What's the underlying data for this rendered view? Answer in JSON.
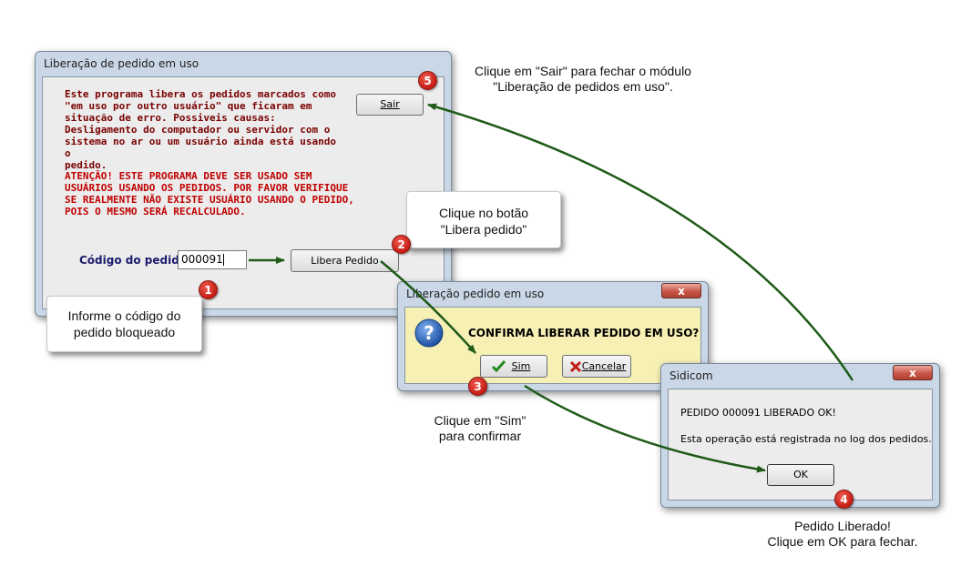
{
  "main_window": {
    "title": "Liberação de pedido em uso",
    "info_lines": [
      "Este programa libera os pedidos marcados como",
      "\"em uso por outro usuário\" que ficaram em",
      "situação de erro. Possiveis causas:",
      "Desligamento do computador ou servidor com o",
      "sistema no ar ou um usuário ainda está usando o",
      "pedido."
    ],
    "warning_lines": [
      "ATENÇÃO! ESTE PROGRAMA DEVE SER USADO SEM",
      "USUÁRIOS USANDO OS PEDIDOS. POR FAVOR VERIFIQUE",
      "SE REALMENTE NÃO EXISTE USUÁRIO USANDO O PEDIDO,",
      "POIS O MESMO SERÁ RECALCULADO."
    ],
    "sair_label": "Sair",
    "codigo_label": "Código do pedido:",
    "codigo_value": "000091",
    "libera_label": "Libera Pedido"
  },
  "confirm_dialog": {
    "title": "Liberação pedido em uso",
    "close_glyph": "x",
    "question": "CONFIRMA LIBERAR PEDIDO EM USO?",
    "sim_label": "Sim",
    "cancelar_label": "Cancelar"
  },
  "sidicom_dialog": {
    "title": "Sidicom",
    "close_glyph": "x",
    "message1": "PEDIDO 000091 LIBERADO OK!",
    "message2": "Esta operação está registrada no log dos pedidos.",
    "ok_label": "OK"
  },
  "annotations": {
    "callout_informe": [
      "Informe o código do",
      "pedido bloqueado"
    ],
    "callout_clique_botao": [
      "Clique no botão",
      "\"Libera pedido\""
    ],
    "note_sair": [
      "Clique em \"Sair\" para fechar o módulo",
      "\"Liberação de pedidos em uso\"."
    ],
    "note_sim": [
      "Clique em \"Sim\"",
      "para confirmar"
    ],
    "note_liberado": [
      "Pedido Liberado!",
      "Clique em OK para fechar."
    ],
    "markers": [
      "1",
      "2",
      "3",
      "4",
      "5"
    ]
  },
  "colors": {
    "arrow": "#1f5a17",
    "marker": "#d42a20",
    "warning_text": "#c00000",
    "dialog_bg": "#f6f0b4"
  }
}
